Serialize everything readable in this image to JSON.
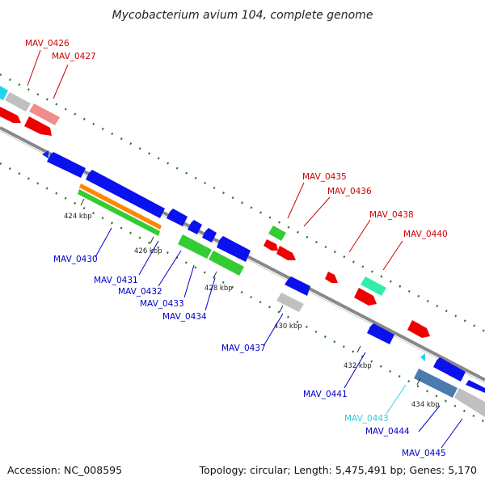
{
  "title": "Mycobacterium avium 104, complete genome",
  "footer": {
    "accession": "Accession: NC_008595",
    "summary": "Topology: circular; Length: 5,475,491 bp; Genes: 5,170"
  },
  "colors": {
    "red_label": "#cc0000",
    "blue_label": "#0000cc",
    "cyan_label": "#33ccdd",
    "backbone": "#888888",
    "tick": "#2a7a2a"
  },
  "scale_labels": [
    "424 kbp",
    "426 kbp",
    "428 kbp",
    "430 kbp",
    "432 kbp",
    "434 kbp"
  ],
  "gene_labels_top": [
    "MAV_0426",
    "MAV_0427",
    "MAV_0435",
    "MAV_0436",
    "MAV_0438",
    "MAV_0440"
  ],
  "gene_labels_bottom": [
    "MAV_0430",
    "MAV_0431",
    "MAV_0432",
    "MAV_0433",
    "MAV_0434",
    "MAV_0437",
    "MAV_0441",
    "MAV_0443",
    "MAV_0444",
    "MAV_0445"
  ]
}
